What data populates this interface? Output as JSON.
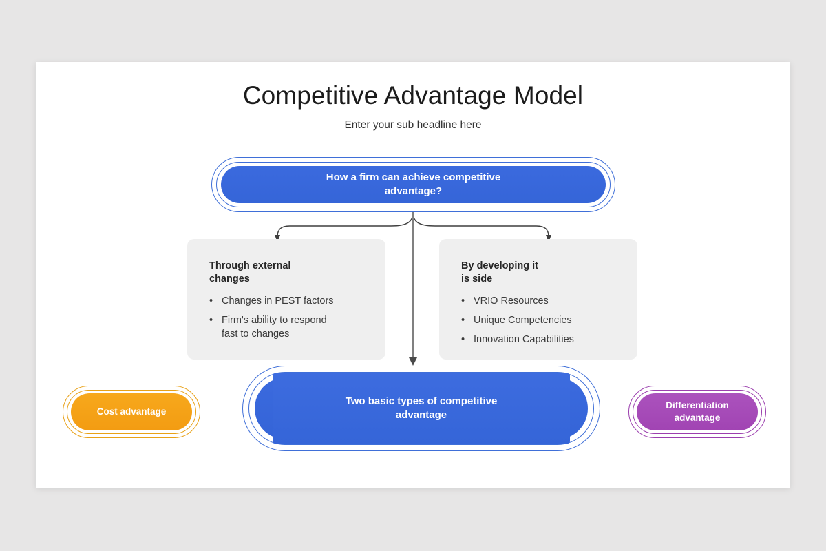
{
  "slide": {
    "title": "Competitive Advantage Model",
    "subtitle": "Enter your sub headline here"
  },
  "nodes": {
    "top": {
      "label": "How a firm can achieve competitive\nadvantage?",
      "fill_color": "#3565d8",
      "ring_color": "#3f6fd8",
      "text_color": "#ffffff"
    },
    "bottom": {
      "label": "Two basic types of competitive\nadvantage",
      "fill_color": "#3565d8",
      "ring_color": "#3f6fd8",
      "text_color": "#ffffff"
    },
    "cost": {
      "label": "Cost advantage",
      "fill_color": "#f39c12",
      "ring_color": "#e8a117",
      "text_color": "#ffffff"
    },
    "differentiation": {
      "label": "Differentiation\nadvantage",
      "fill_color": "#a144b3",
      "ring_color": "#9b3fae",
      "text_color": "#ffffff"
    }
  },
  "panels": {
    "left": {
      "heading": "Through external\nchanges",
      "bullet_marker": "•",
      "bullets": [
        "Changes in PEST factors",
        "Firm's ability to respond\nfast to changes"
      ],
      "background_color": "#efefef"
    },
    "right": {
      "heading": "By developing it\nis side",
      "bullet_marker": "•",
      "bullets": [
        "VRIO Resources",
        "Unique Competencies",
        "Innovation Capabilities"
      ],
      "background_color": "#efefef"
    }
  },
  "connectors": {
    "branch_color": "#3f3f3f",
    "stem_color": "#808080",
    "side_arrow_color": "#e3e3e3",
    "left_branch_name": "branch-arrow-left",
    "right_branch_name": "branch-arrow-right",
    "stem_name": "vertical-arrow-down",
    "left_side_name": "block-arrow-left",
    "right_side_name": "block-arrow-right"
  },
  "canvas": {
    "page_background": "#e7e6e6",
    "slide_background": "#ffffff"
  }
}
